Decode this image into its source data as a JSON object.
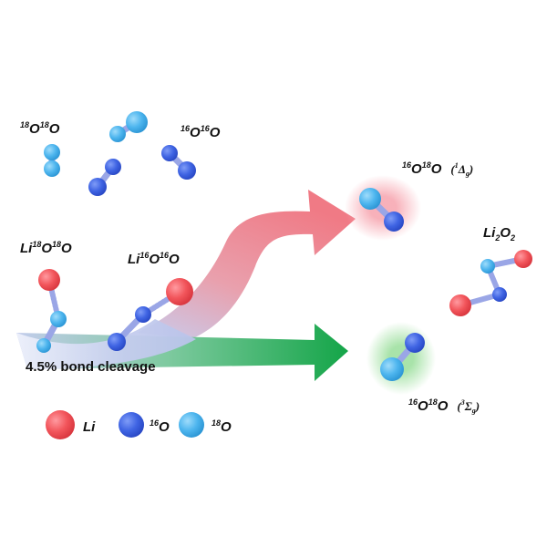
{
  "colors": {
    "li": "#f2555b",
    "o16": "#3f64e3",
    "o18": "#4db5ee",
    "arrow_red": "#e8707a",
    "arrow_green": "#1aa64a",
    "glow_red": "#f7a8b2",
    "glow_green": "#9fe0a0",
    "band": "#c7d0ef",
    "bond": "#9aa6e6"
  },
  "labels": {
    "o18o18": {
      "pre1": "18",
      "el1": "O",
      "pre2": "18",
      "el2": "O"
    },
    "o16o16": {
      "pre1": "16",
      "el1": "O",
      "pre2": "16",
      "el2": "O"
    },
    "li_o18o18": {
      "el0": "Li",
      "pre1": "18",
      "el1": "O",
      "pre2": "18",
      "el2": "O"
    },
    "li_o16o16": {
      "el0": "Li",
      "pre1": "16",
      "el1": "O",
      "pre2": "16",
      "el2": "O"
    },
    "singlet": {
      "pre1": "16",
      "el1": "O",
      "pre2": "18",
      "el2": "O",
      "open": "(",
      "sup": "1",
      "sym": "Δ",
      "sub": "g",
      "close": ")"
    },
    "triplet": {
      "pre1": "16",
      "el1": "O",
      "pre2": "18",
      "el2": "O",
      "open": "(",
      "sup": "3",
      "sym": "Σ",
      "sub": "g",
      "close": ")"
    },
    "li2o2": {
      "el": "Li",
      "sub1": "2",
      "el2": "O",
      "sub2": "2"
    },
    "bond_cleavage": "4.5% bond cleavage"
  },
  "legend": {
    "li": "Li",
    "o16": {
      "pre": "16",
      "el": "O"
    },
    "o18": {
      "pre": "18",
      "el": "O"
    }
  }
}
